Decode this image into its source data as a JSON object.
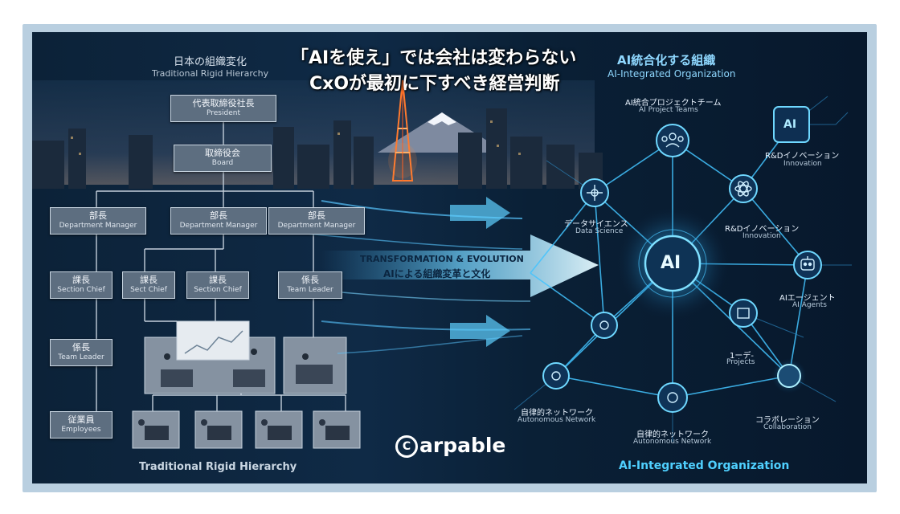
{
  "headline": {
    "line1": "「AIを使え」では会社は変わらない",
    "line2": "CxOが最初に下すべき経営判断"
  },
  "left_heading": {
    "jp": "日本の組織変化",
    "en": "Traditional Rigid Hierarchy"
  },
  "right_heading": {
    "jp": "AI統合化する組織",
    "en": "AI-Integrated Organization"
  },
  "hierarchy": {
    "president": {
      "jp": "代表取締役社長",
      "en": "President"
    },
    "board": {
      "jp": "取締役会",
      "en": "Board"
    },
    "managers": [
      {
        "jp": "部長",
        "en": "Department Manager"
      },
      {
        "jp": "部長",
        "en": "Department Manager"
      },
      {
        "jp": "部長",
        "en": "Department Manager"
      }
    ],
    "chiefs": [
      {
        "jp": "課長",
        "en": "Section Chief"
      },
      {
        "jp": "課長",
        "en": "Sect Chief"
      },
      {
        "jp": "課長",
        "en": "Section Chief"
      },
      {
        "jp": "係長",
        "en": "Team Leader"
      }
    ],
    "team_leader": {
      "jp": "係長",
      "en": "Team Leader"
    },
    "employees": {
      "jp": "従業員",
      "en": "Employees"
    }
  },
  "transformation": {
    "en": "TRANSFORMATION & EVOLUTION",
    "jp": "AIによる組織変革と文化"
  },
  "network": {
    "center": "AI",
    "chip": "AI",
    "labels": [
      {
        "key": "project_teams",
        "jp": "AI統合プロジェクトチーム",
        "en": "AI Project Teams"
      },
      {
        "key": "rd_top",
        "jp": "R&Dイノベーション",
        "en": "Innovation"
      },
      {
        "key": "data_science",
        "jp": "データサイエンス",
        "en": "Data Science"
      },
      {
        "key": "rd_mid",
        "jp": "R&Dイノベーション",
        "en": "Innovation"
      },
      {
        "key": "ai_agents",
        "jp": "AIエージェント",
        "en": "AI Agents"
      },
      {
        "key": "projects",
        "jp": "1ーデ-",
        "en": "Projects"
      },
      {
        "key": "autonomous_left",
        "jp": "自律的ネットワーク",
        "en": "Autonomous Network"
      },
      {
        "key": "autonomous_bottom",
        "jp": "自律的ネットワーク",
        "en": "Autonomous Network"
      },
      {
        "key": "collaboration",
        "jp": "コラボレーション",
        "en": "Collaboration"
      }
    ]
  },
  "footer": {
    "left": "Traditional Rigid Hierarchy",
    "brand": "arpable",
    "right": "AI-Integrated Organization"
  },
  "colors": {
    "panel_bg": "#0c2238",
    "box_fill": "#5d6e80",
    "accent_cyan": "#4fd0ff",
    "frame": "#b9cfe0",
    "title_blue_text": "#8fd8ff"
  },
  "icons": [
    "tokyo-tower-icon",
    "mount-fuji-icon",
    "ai-chip-icon",
    "robot-icon",
    "team-icon",
    "atom-icon",
    "network-node-icon",
    "office-desk-icon",
    "copyright-c-icon"
  ]
}
